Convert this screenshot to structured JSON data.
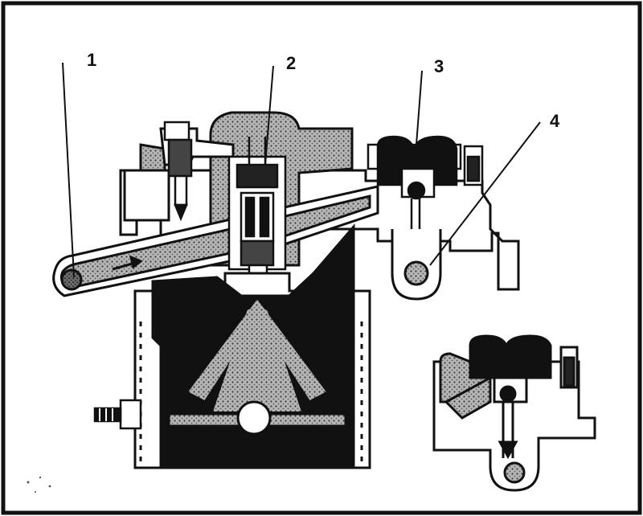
{
  "callouts": [
    {
      "id": "1",
      "label": "1"
    },
    {
      "id": "2",
      "label": "2"
    },
    {
      "id": "3",
      "label": "3"
    },
    {
      "id": "4",
      "label": "4"
    }
  ],
  "colors": {
    "ink": "#111111",
    "stipple": "#8a8a8a",
    "paper": "#ffffff",
    "border": "#111111"
  }
}
